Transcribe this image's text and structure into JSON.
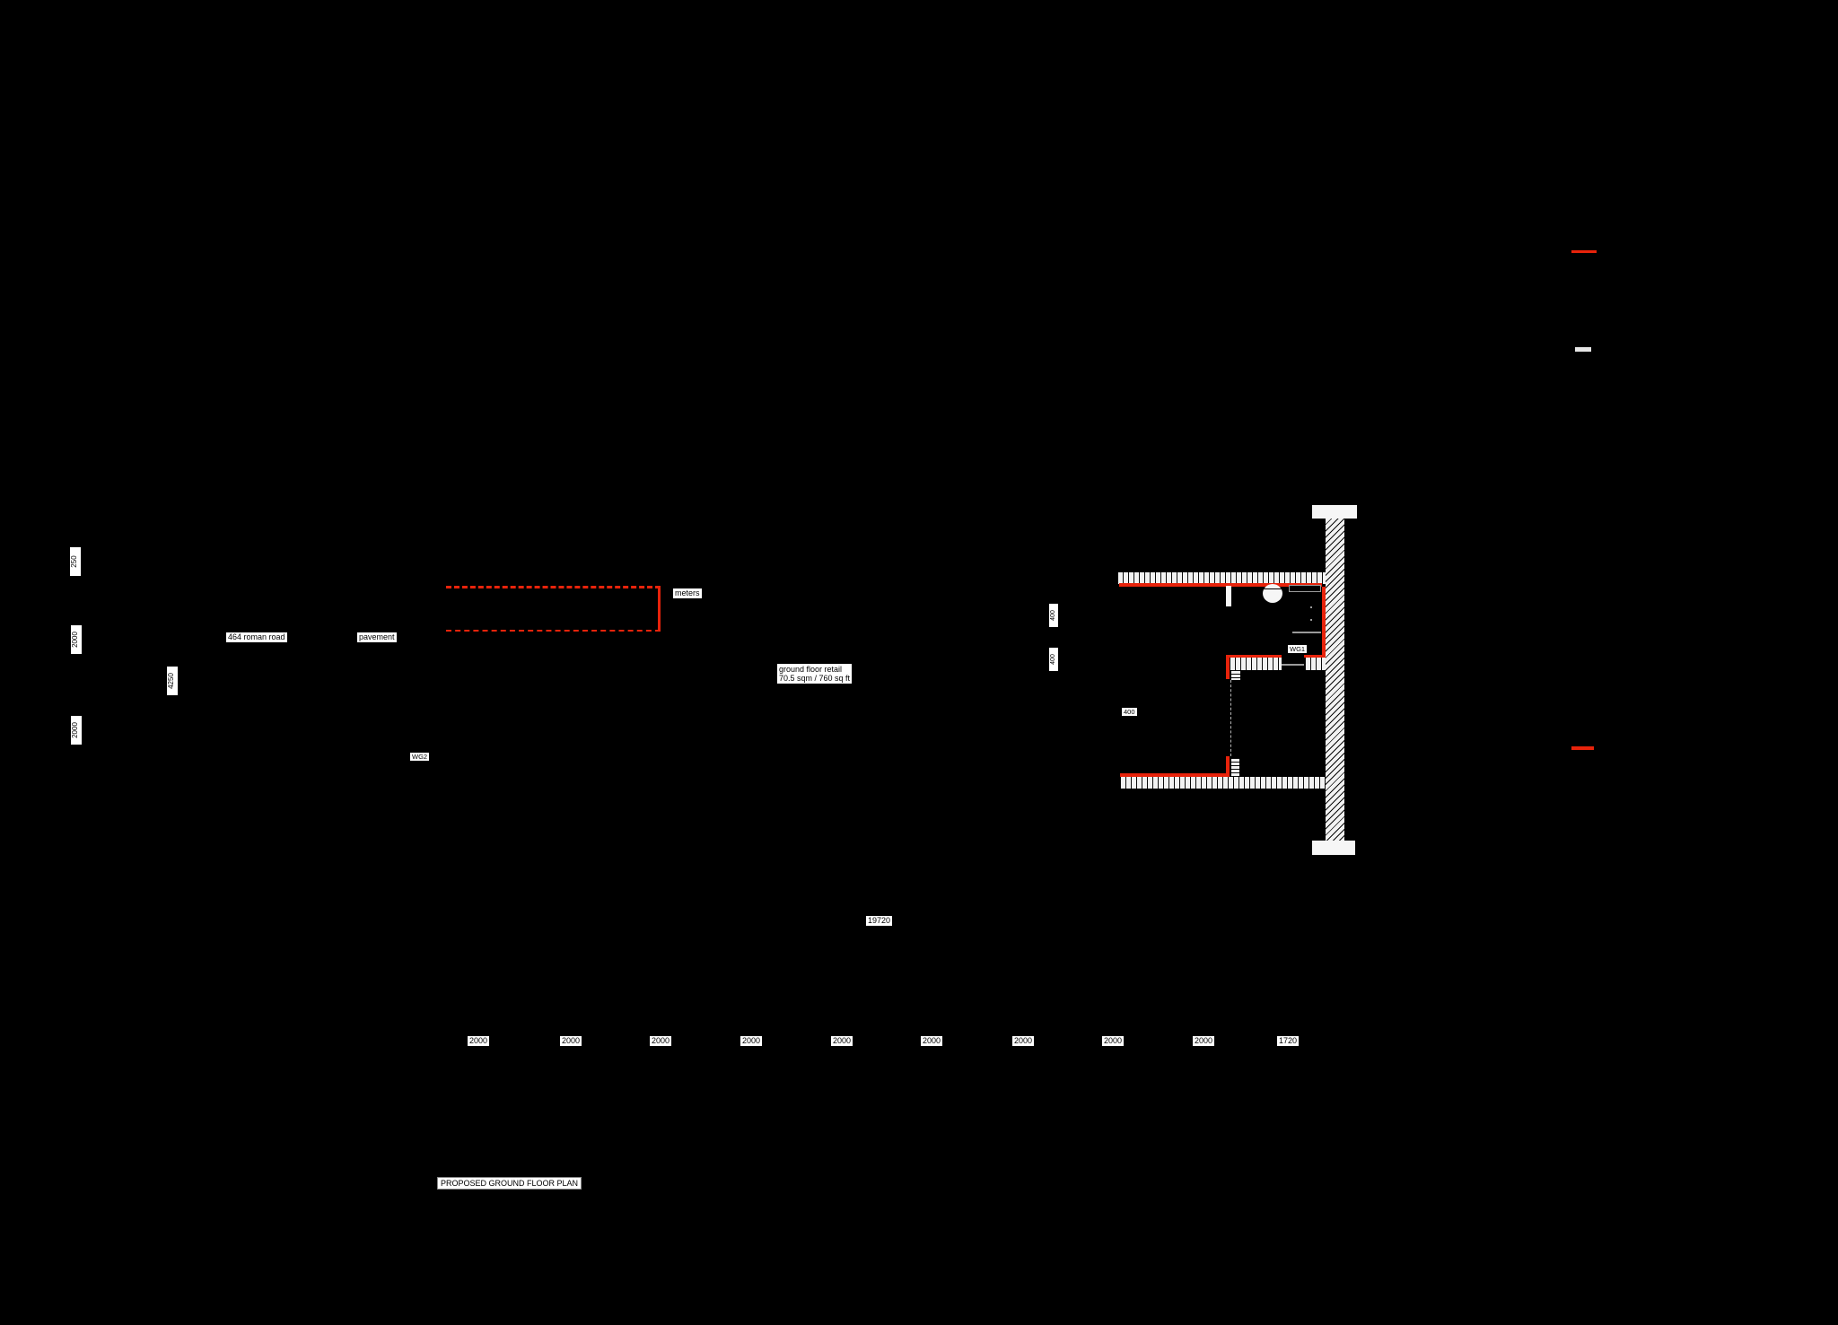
{
  "page": {
    "title": "PROPOSED GROUND FLOOR PLAN"
  },
  "labels": {
    "road": "464 roman road",
    "pavement": "pavement",
    "meters": "meters",
    "retail_line1": "ground floor retail",
    "retail_line2": "70.5 sqm / 760 sq ft",
    "wall_tag_left": "WG2",
    "wall_tag_wc": "WG1"
  },
  "dimensions": {
    "left_vertical": [
      "250",
      "2000",
      "4250",
      "2000"
    ],
    "wc_vertical": [
      "400",
      "400"
    ],
    "wc_horizontal": "400",
    "overall": "19720",
    "bottom": [
      "2000",
      "2000",
      "2000",
      "2000",
      "2000",
      "2000",
      "2000",
      "2000",
      "2000",
      "1720"
    ]
  },
  "colors": {
    "background": "#000000",
    "new_work_red": "#e8230b",
    "label_background": "#ffffff",
    "wall_hatch_white": "#f2f2f2"
  },
  "legend": {
    "marks": [
      {
        "name": "legend-red-line-top",
        "color": "#e8230b"
      },
      {
        "name": "legend-white-line",
        "color": "#e6e6e6"
      },
      {
        "name": "legend-red-line-bottom",
        "color": "#e8230b"
      }
    ]
  }
}
